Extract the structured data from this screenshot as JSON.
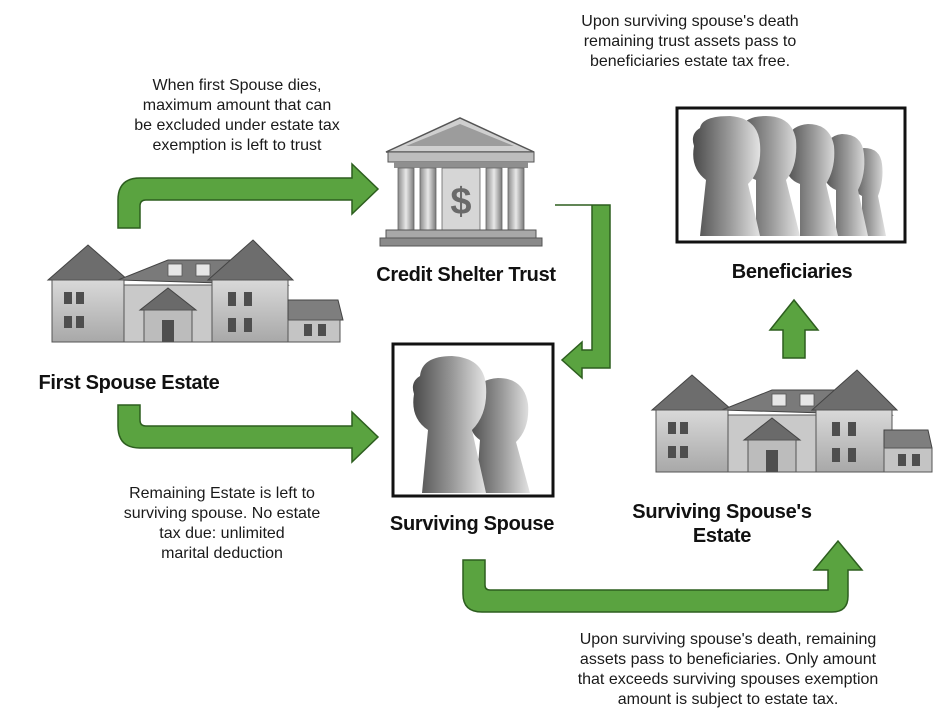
{
  "labels": {
    "first_spouse_estate": "First Spouse Estate",
    "credit_shelter_trust": "Credit Shelter Trust",
    "surviving_spouse": "Surviving Spouse",
    "surviving_spouse_estate": "Surviving Spouse's\nEstate",
    "beneficiaries": "Beneficiaries"
  },
  "notes": {
    "first_death_to_trust": "When first Spouse dies,\nmaximum amount that can\nbe  excluded under estate tax\nexemption is left to trust",
    "remaining_to_spouse": "Remaining Estate is left to\nsurviving spouse. No estate\ntax due: unlimited\nmarital deduction",
    "trust_to_beneficiaries": "Upon surviving spouse's death\nremaining trust assets pass to\nbeneficiaries estate tax free.",
    "estate_to_beneficiaries": "Upon surviving spouse's death, remaining\nassets pass to beneficiaries. Only amount\nthat exceeds surviving spouses exemption\namount is subject to estate tax."
  },
  "icons": {
    "bank": "bank-icon",
    "house": "house-icon",
    "family": "family-silhouette-icon",
    "couple": "couple-silhouette-icon",
    "dollar_symbol": "$"
  },
  "colors": {
    "arrow_green": "#5aa340",
    "arrow_outline": "#2d5e1f",
    "building_gray": "#9a9a9a",
    "roof_gray": "#6d6d6d",
    "frame_black": "#111111"
  }
}
